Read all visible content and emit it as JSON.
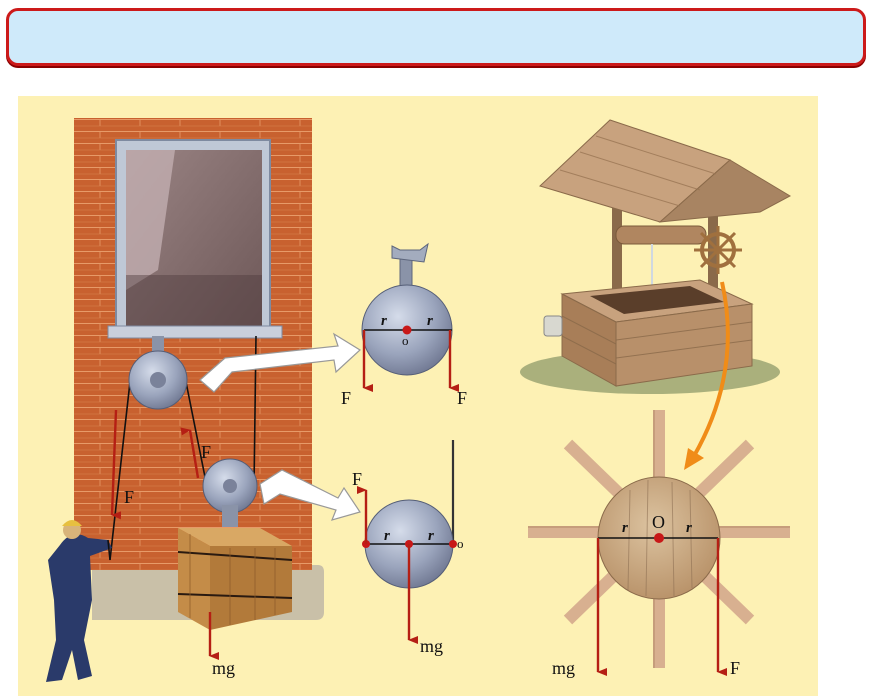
{
  "header": {
    "text": ""
  },
  "labels": {
    "force": "F",
    "weight": "mg",
    "radius": "r",
    "center": "O",
    "center_small": "o"
  },
  "colors": {
    "background_panel": "#fdf1b4",
    "header_fill": "#cfeafa",
    "header_border": "#cc1a1a",
    "brick": "#c8612f",
    "force_arrow": "#b51f14",
    "pulley": "#9aa4bc",
    "well_wheel": "#c9a983"
  }
}
